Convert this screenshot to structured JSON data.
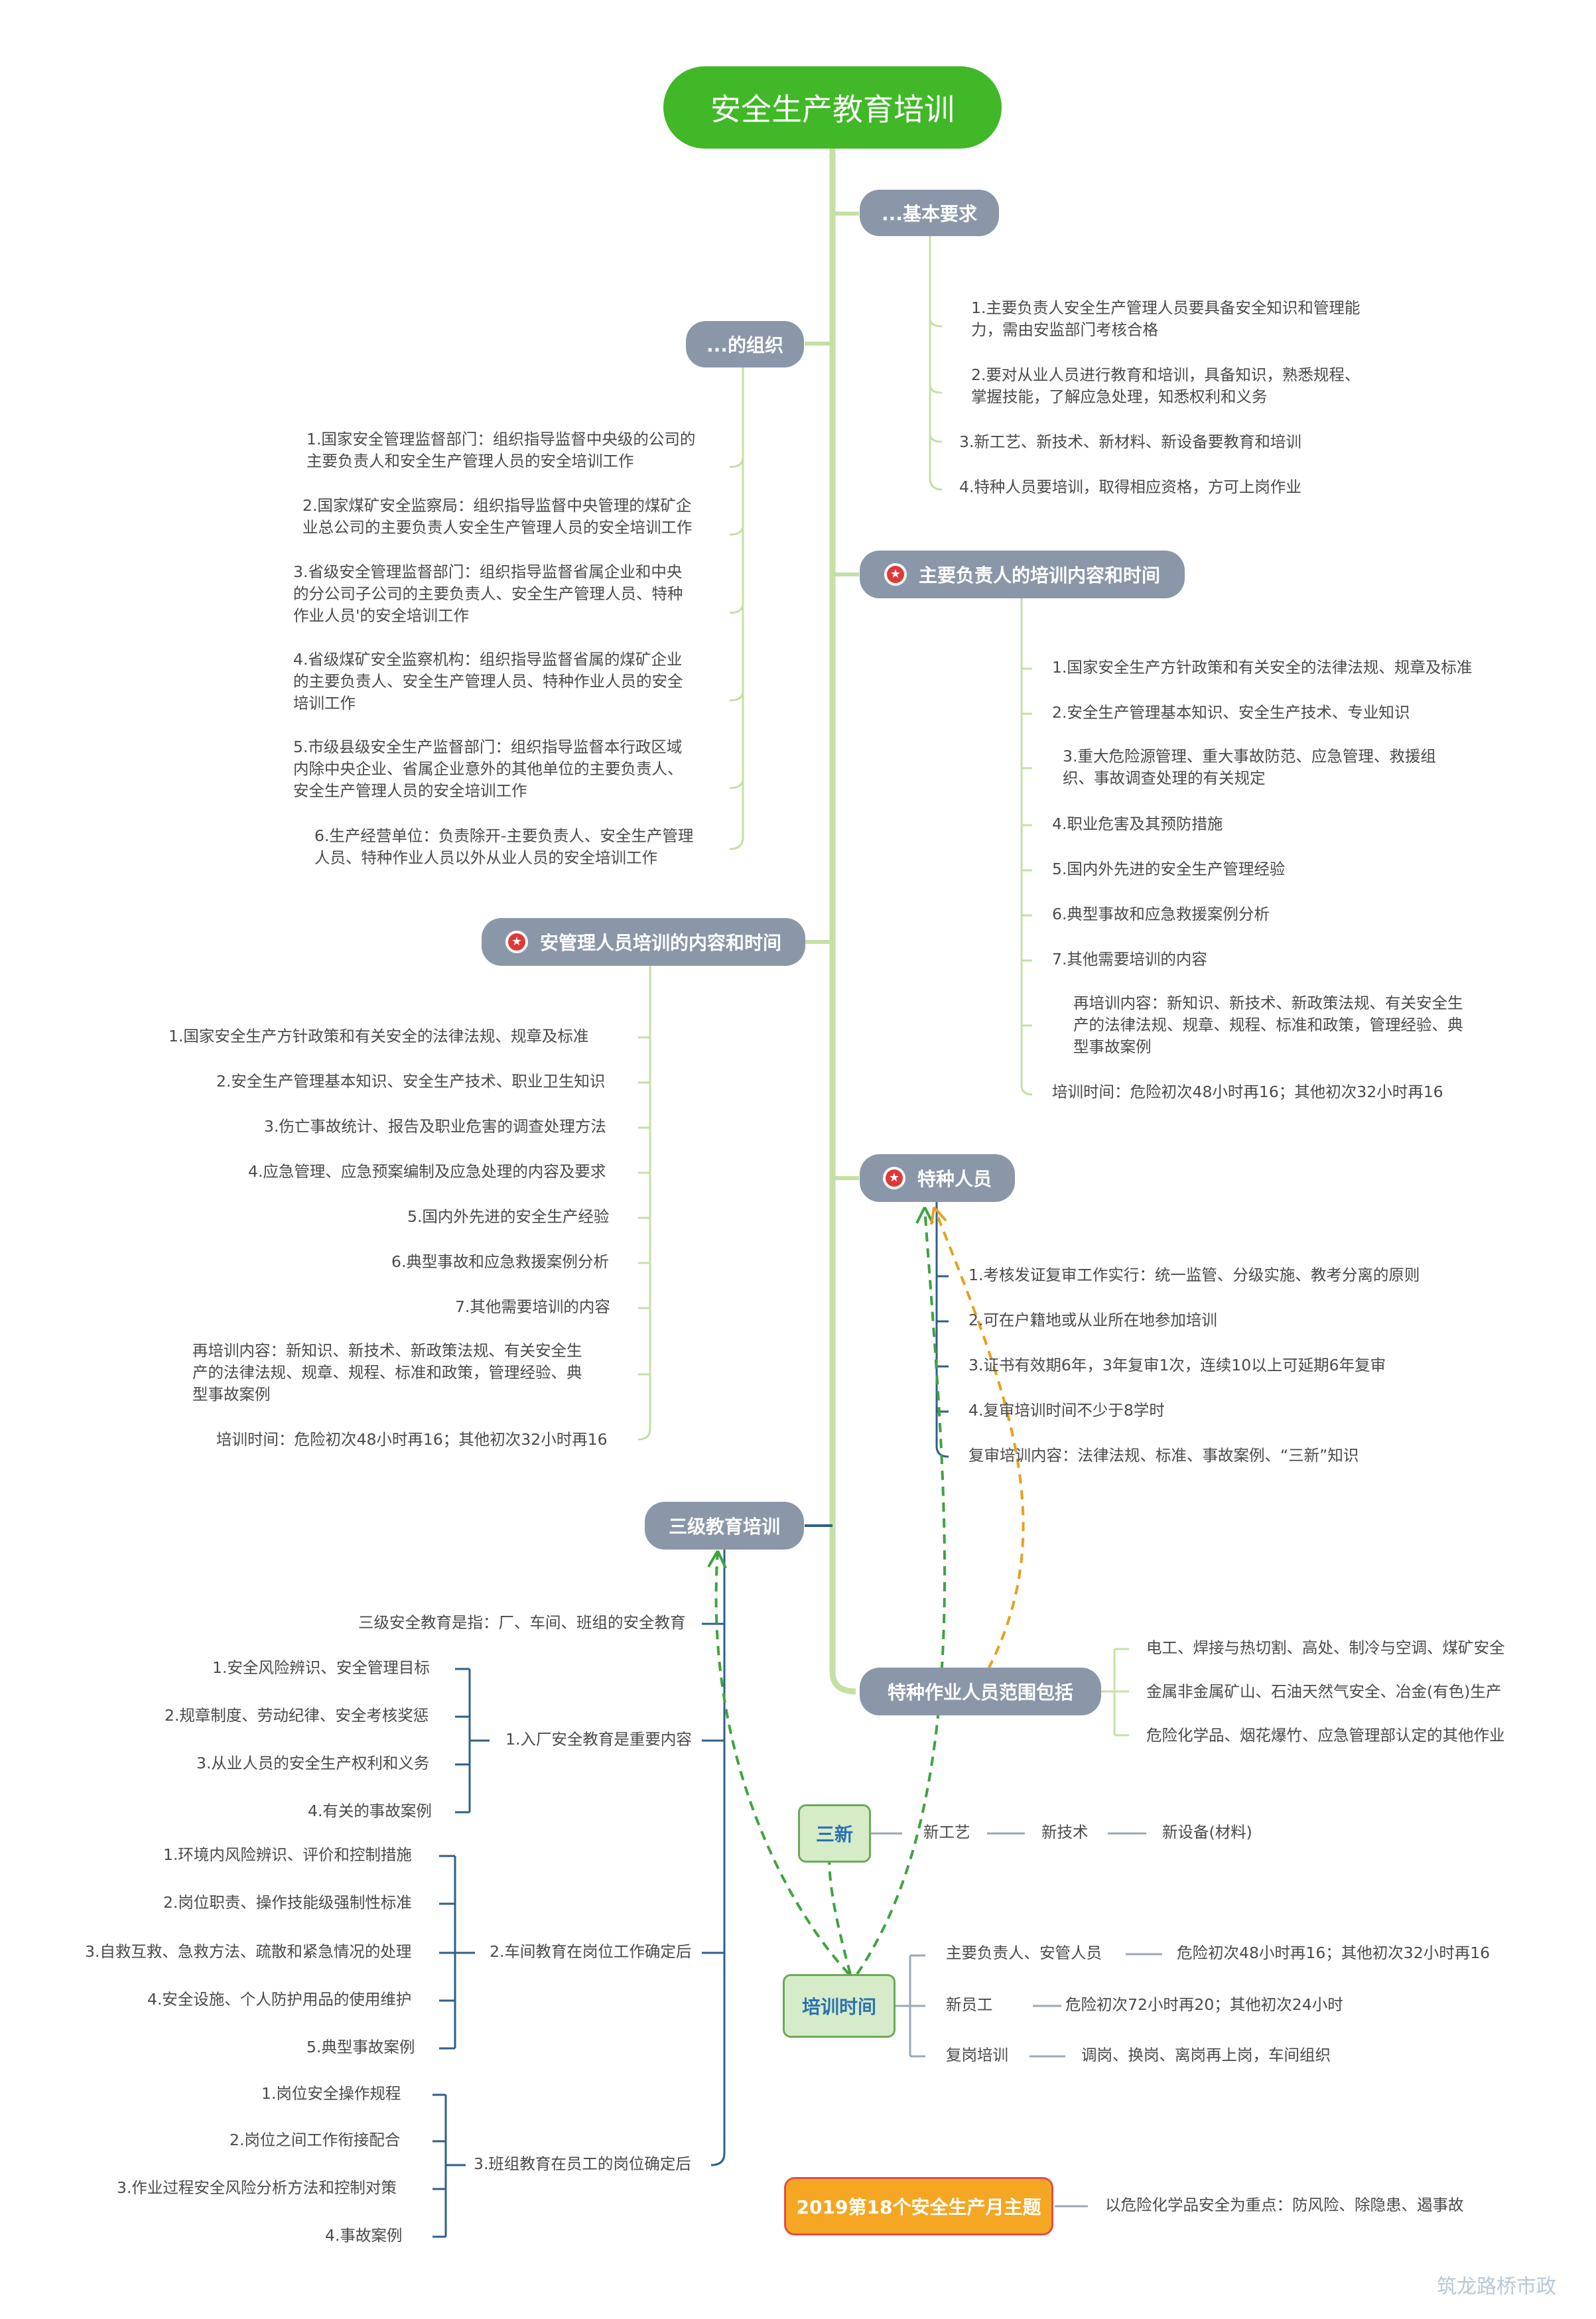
{
  "root": "安全生产教育培训",
  "basic": {
    "title": "...基本要求",
    "items": [
      "1.主要负责人安全生产管理人员要具备安全知识和管理能\n力，需由安监部门考核合格",
      "2.要对从业人员进行教育和培训，具备知识，熟悉规程、\n掌握技能，了解应急处理，知悉权利和义务",
      "3.新工艺、新技术、新材料、新设备要教育和培训",
      "4.特种人员要培训，取得相应资格，方可上岗作业"
    ]
  },
  "org": {
    "title": "...的组织",
    "items": [
      "1.国家安全管理监督部门：组织指导监督中央级的公司的\n主要负责人和安全生产管理人员的安全培训工作",
      "2.国家煤矿安全监察局：组织指导监督中央管理的煤矿企\n业总公司的主要负责人安全生产管理人员的安全培训工作",
      "3.省级安全管理监督部门：组织指导监督省属企业和中央\n的分公司子公司的主要负责人、安全生产管理人员、特种\n作业人员'的安全培训工作",
      "4.省级煤矿安全监察机构：组织指导监督省属的煤矿企业\n的主要负责人、安全生产管理人员、特种作业人员的安全\n培训工作",
      "5.市级县级安全生产监督部门：组织指导监督本行政区域\n内除中央企业、省属企业意外的其他单位的主要负责人、\n安全生产管理人员的安全培训工作",
      "6.生产经营单位：负责除开-主要负责人、安全生产管理\n人员、特种作业人员以外从业人员的安全培训工作"
    ]
  },
  "leader": {
    "title": "主要负责人的培训内容和时间",
    "items": [
      "1.国家安全生产方针政策和有关安全的法律法规、规章及标准",
      "2.安全生产管理基本知识、安全生产技术、专业知识",
      "3.重大危险源管理、重大事故防范、应急管理、救援组\n织、事故调查处理的有关规定",
      "4.职业危害及其预防措施",
      "5.国内外先进的安全生产管理经验",
      "6.典型事故和应急救援案例分析",
      "7.其他需要培训的内容",
      "再培训内容：新知识、新技术、新政策法规、有关安全生\n产的法律法规、规章、规程、标准和政策，管理经验、典\n型事故案例",
      "培训时间：危险初次48小时再16；其他初次32小时再16"
    ]
  },
  "manager": {
    "title": "安管理人员培训的内容和时间",
    "items": [
      "1.国家安全生产方针政策和有关安全的法律法规、规章及标准",
      "2.安全生产管理基本知识、安全生产技术、职业卫生知识",
      "3.伤亡事故统计、报告及职业危害的调查处理方法",
      "4.应急管理、应急预案编制及应急处理的内容及要求",
      "5.国内外先进的安全生产经验",
      "6.典型事故和应急救援案例分析",
      "7.其他需要培训的内容",
      "再培训内容：新知识、新技术、新政策法规、有关安全生\n产的法律法规、规章、规程、标准和政策，管理经验、典\n型事故案例",
      "培训时间：危险初次48小时再16；其他初次32小时再16"
    ]
  },
  "special": {
    "title": "特种人员",
    "items": [
      "1.考核发证复审工作实行：统一监管、分级实施、教考分离的原则",
      "2.可在户籍地或从业所在地参加培训",
      "3.证书有效期6年，3年复审1次，连续10以上可延期6年复审",
      "4.复审培训时间不少于8学时",
      "复审培训内容：法律法规、标准、事故案例、“三新”知识"
    ]
  },
  "three": {
    "title": "三级教育培训",
    "intro": "三级安全教育是指：厂、车间、班组的安全教育",
    "groups": [
      {
        "label": "1.入厂安全教育是重要内容",
        "items": [
          "1.安全风险辨识、安全管理目标",
          "2.规章制度、劳动纪律、安全考核奖惩",
          "3.从业人员的安全生产权利和义务",
          "4.有关的事故案例"
        ]
      },
      {
        "label": "2.车间教育在岗位工作确定后",
        "items": [
          "1.环境内风险辨识、评价和控制措施",
          "2.岗位职责、操作技能级强制性标准",
          "3.自救互救、急救方法、疏散和紧急情况的处理",
          "4.安全设施、个人防护用品的使用维护",
          "5.典型事故案例"
        ]
      },
      {
        "label": "3.班组教育在员工的岗位确定后",
        "items": [
          "1.岗位安全操作规程",
          "2.岗位之间工作衔接配合",
          "3.作业过程安全风险分析方法和控制对策",
          "4.事故案例"
        ]
      }
    ]
  },
  "scope": {
    "title": "特种作业人员范围包括",
    "items": [
      "电工、焊接与热切割、高处、制冷与空调、煤矿安全",
      "金属非金属矿山、石油天然气安全、冶金(有色)生产",
      "危险化学品、烟花爆竹、应急管理部认定的其他作业"
    ]
  },
  "sanxin": {
    "title": "三新",
    "items": [
      "新工艺",
      "新技术",
      "新设备(材料)"
    ]
  },
  "timing": {
    "title": "培训时间",
    "rows": [
      {
        "label": "主要负责人、安管人员",
        "value": "危险初次48小时再16；其他初次32小时再16"
      },
      {
        "label": "新员工",
        "value": "危险初次72小时再20；其他初次24小时"
      },
      {
        "label": "复岗培训",
        "value": "调岗、换岗、离岗再上岗，车间组织"
      }
    ]
  },
  "month": {
    "title": "2019第18个安全生产月主题",
    "value": "以危险化学品安全为重点：防风险、除隐患、遏事故"
  },
  "colors": {
    "trunk": "#c5e0a5",
    "branch": "#2e5f8a",
    "pill": "#8a97a8",
    "root": "#41b827",
    "star": "#e03838",
    "dash_green": "#3fa33f",
    "dash_orange": "#e8a01c"
  },
  "watermark": "筑龙路桥市政"
}
